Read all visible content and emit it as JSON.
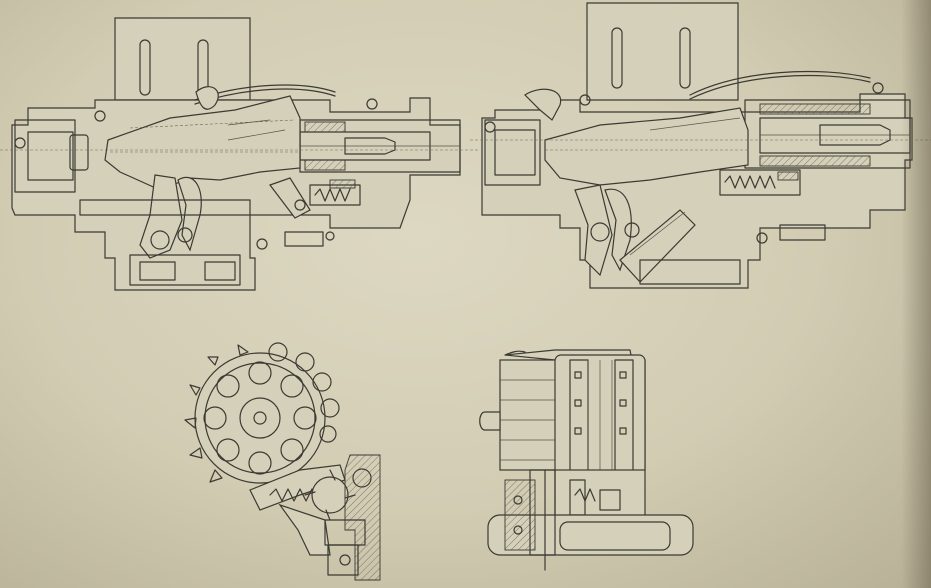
{
  "drawing_sheet": {
    "views": [
      {
        "id": "left-section",
        "kind": "longitudinal sectional view"
      },
      {
        "id": "right-section",
        "kind": "longitudinal sectional view"
      },
      {
        "id": "feed-wheel",
        "kind": "feed mechanism detail"
      },
      {
        "id": "cylinder-end",
        "kind": "end view with cartridge"
      }
    ],
    "colors": {
      "paper": "#d6d1ba",
      "ink": "#3b3a33"
    }
  }
}
